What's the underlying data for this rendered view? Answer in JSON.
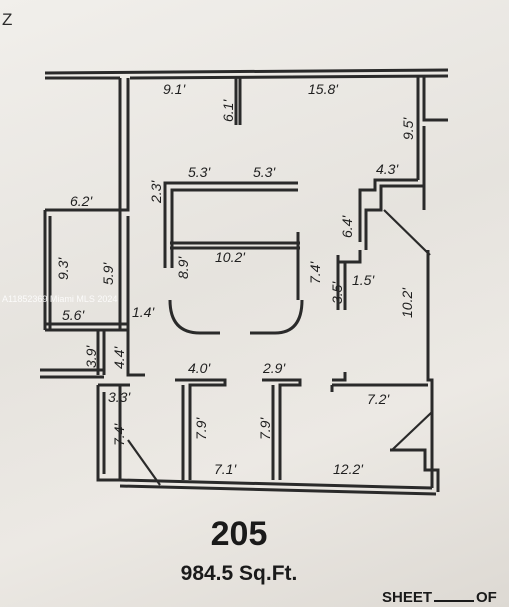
{
  "corner_text": "Z",
  "watermark": "A11852369 Miami MLS 2024",
  "unit": {
    "number": "205",
    "area": "984.5 Sq.Ft."
  },
  "sheet": {
    "label": "SHEET",
    "of": "OF"
  },
  "dimensions": {
    "d1": "9.1'",
    "d2": "15.8'",
    "d3": "6.1'",
    "d4": "9.5'",
    "d5": "4.3'",
    "d6": "5.3'",
    "d7": "5.3'",
    "d8": "2.3'",
    "d9": "6.2'",
    "d10": "6.4'",
    "d11": "10.2'",
    "d12": "8.9'",
    "d13": "7.4'",
    "d14": "9.3'",
    "d15": "5.9'",
    "d16": "3.5'",
    "d17": "1.5'",
    "d18": "10.2'",
    "d19": "5.6'",
    "d20": "1.4'",
    "d21": "3.9'",
    "d22": "4.4'",
    "d23": "4.0'",
    "d24": "2.9'",
    "d25": "3.3'",
    "d26": "7.2'",
    "d27": "7.4'",
    "d28": "7.9'",
    "d29": "7.9'",
    "d30": "7.1'",
    "d31": "12.2'"
  }
}
